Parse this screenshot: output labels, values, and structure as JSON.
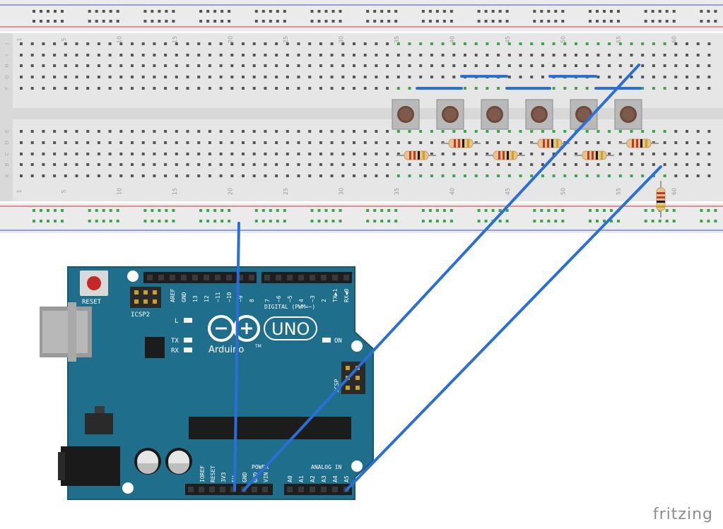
{
  "breadboard": {
    "column_numbers": [
      "1",
      "5",
      "10",
      "15",
      "20",
      "25",
      "30",
      "35",
      "40",
      "45",
      "50",
      "55",
      "60"
    ],
    "row_letters_top": [
      "J",
      "I",
      "H",
      "G",
      "F"
    ],
    "row_letters_bottom": [
      "E",
      "D",
      "C",
      "B",
      "A"
    ],
    "button_count": 6,
    "resistor_count": 7
  },
  "arduino": {
    "reset_label": "RESET",
    "icsp2_label": "ICSP2",
    "icsp_label": "ICSP",
    "model_label": "UNO",
    "brand_label": "Arduino",
    "brand_tm": "TM",
    "digital_label": "DIGITAL (PWM=~)",
    "on_label": "ON",
    "led_labels": [
      "L",
      "TX",
      "RX"
    ],
    "digital_pins": [
      "AREF",
      "GND",
      "13",
      "12",
      "~11",
      "~10",
      "~9",
      "8",
      "7",
      "~6",
      "~5",
      "4",
      "~3",
      "2",
      "TX▶1",
      "RX◀0"
    ],
    "power_label": "POWER",
    "power_pins": [
      "IOREF",
      "RESET",
      "3V3",
      "5V",
      "GND",
      "GND",
      "VIN"
    ],
    "analog_label": "ANALOG IN",
    "analog_pins": [
      "A0",
      "A1",
      "A2",
      "A3",
      "A4",
      "A5"
    ]
  },
  "colors": {
    "board": "#1f6e8c",
    "board_dark": "#16566e",
    "wire": "#2b6fd6",
    "breadboard": "#e9e9e9",
    "rail_red": "#d23b3b",
    "rail_blue": "#3b4fd2",
    "hole_used": "#3aa64a"
  },
  "footer": {
    "brand": "fritzing"
  }
}
